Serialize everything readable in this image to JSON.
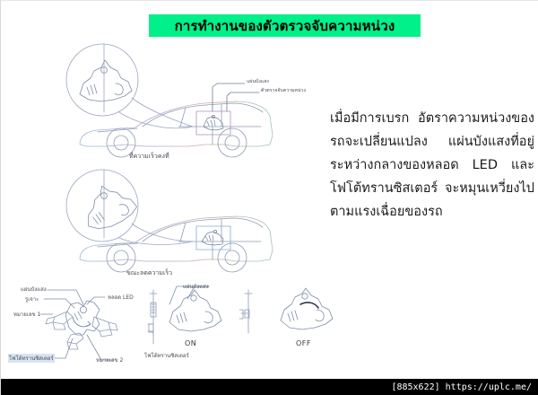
{
  "document": {
    "title": "การทำงานของตัวตรวจจับความหน่วง",
    "title_background_color": "#00F08A",
    "background_color": "#ffffff"
  },
  "description": {
    "paragraph": "เมื่อมีการเบรก อัตราความหน่วงของรถจะเปลี่ยนแปลง แผ่นบังแสงที่อยู่ระหว่างกลางของหลอด LED  และโฟโต้ทรานซิสเตอร์ จะหมุนเหวี่ยงไปตามแรงเฉื่อยของรถ"
  },
  "figures": {
    "top_car": {
      "caption": "ที่ความเร็วคงที่",
      "callouts": [
        {
          "label": "แผ่นบังแสง"
        },
        {
          "label": "ตัวตรวจจับความหน่วง"
        }
      ]
    },
    "middle_car": {
      "caption": "ขณะลดความเร็ว"
    },
    "detail": {
      "labels": [
        {
          "name": "shade-plate",
          "text": "แผ่นบังแสง"
        },
        {
          "name": "hole",
          "text": "รูเจาะ"
        },
        {
          "name": "led-lamp",
          "text": "หลอด LED"
        },
        {
          "name": "number-one",
          "text": "หมายเลข 1"
        },
        {
          "name": "number-two",
          "text": "หมายเลข 2"
        },
        {
          "name": "phototransistor-left",
          "text": "โฟโต้ทรานซิสเตอร์"
        },
        {
          "name": "shade-plate-right",
          "text": "แผ่นบังแสง"
        },
        {
          "name": "phototransistor-right",
          "text": "โฟโต้ทรานซิสเตอร์"
        }
      ],
      "states": [
        {
          "name": "state-on",
          "text": "ON"
        },
        {
          "name": "state-off",
          "text": "OFF"
        }
      ]
    }
  },
  "footer": {
    "text": "[885x622] https://uplc.me/",
    "background_color": "#000000",
    "text_color": "#ffffff"
  }
}
